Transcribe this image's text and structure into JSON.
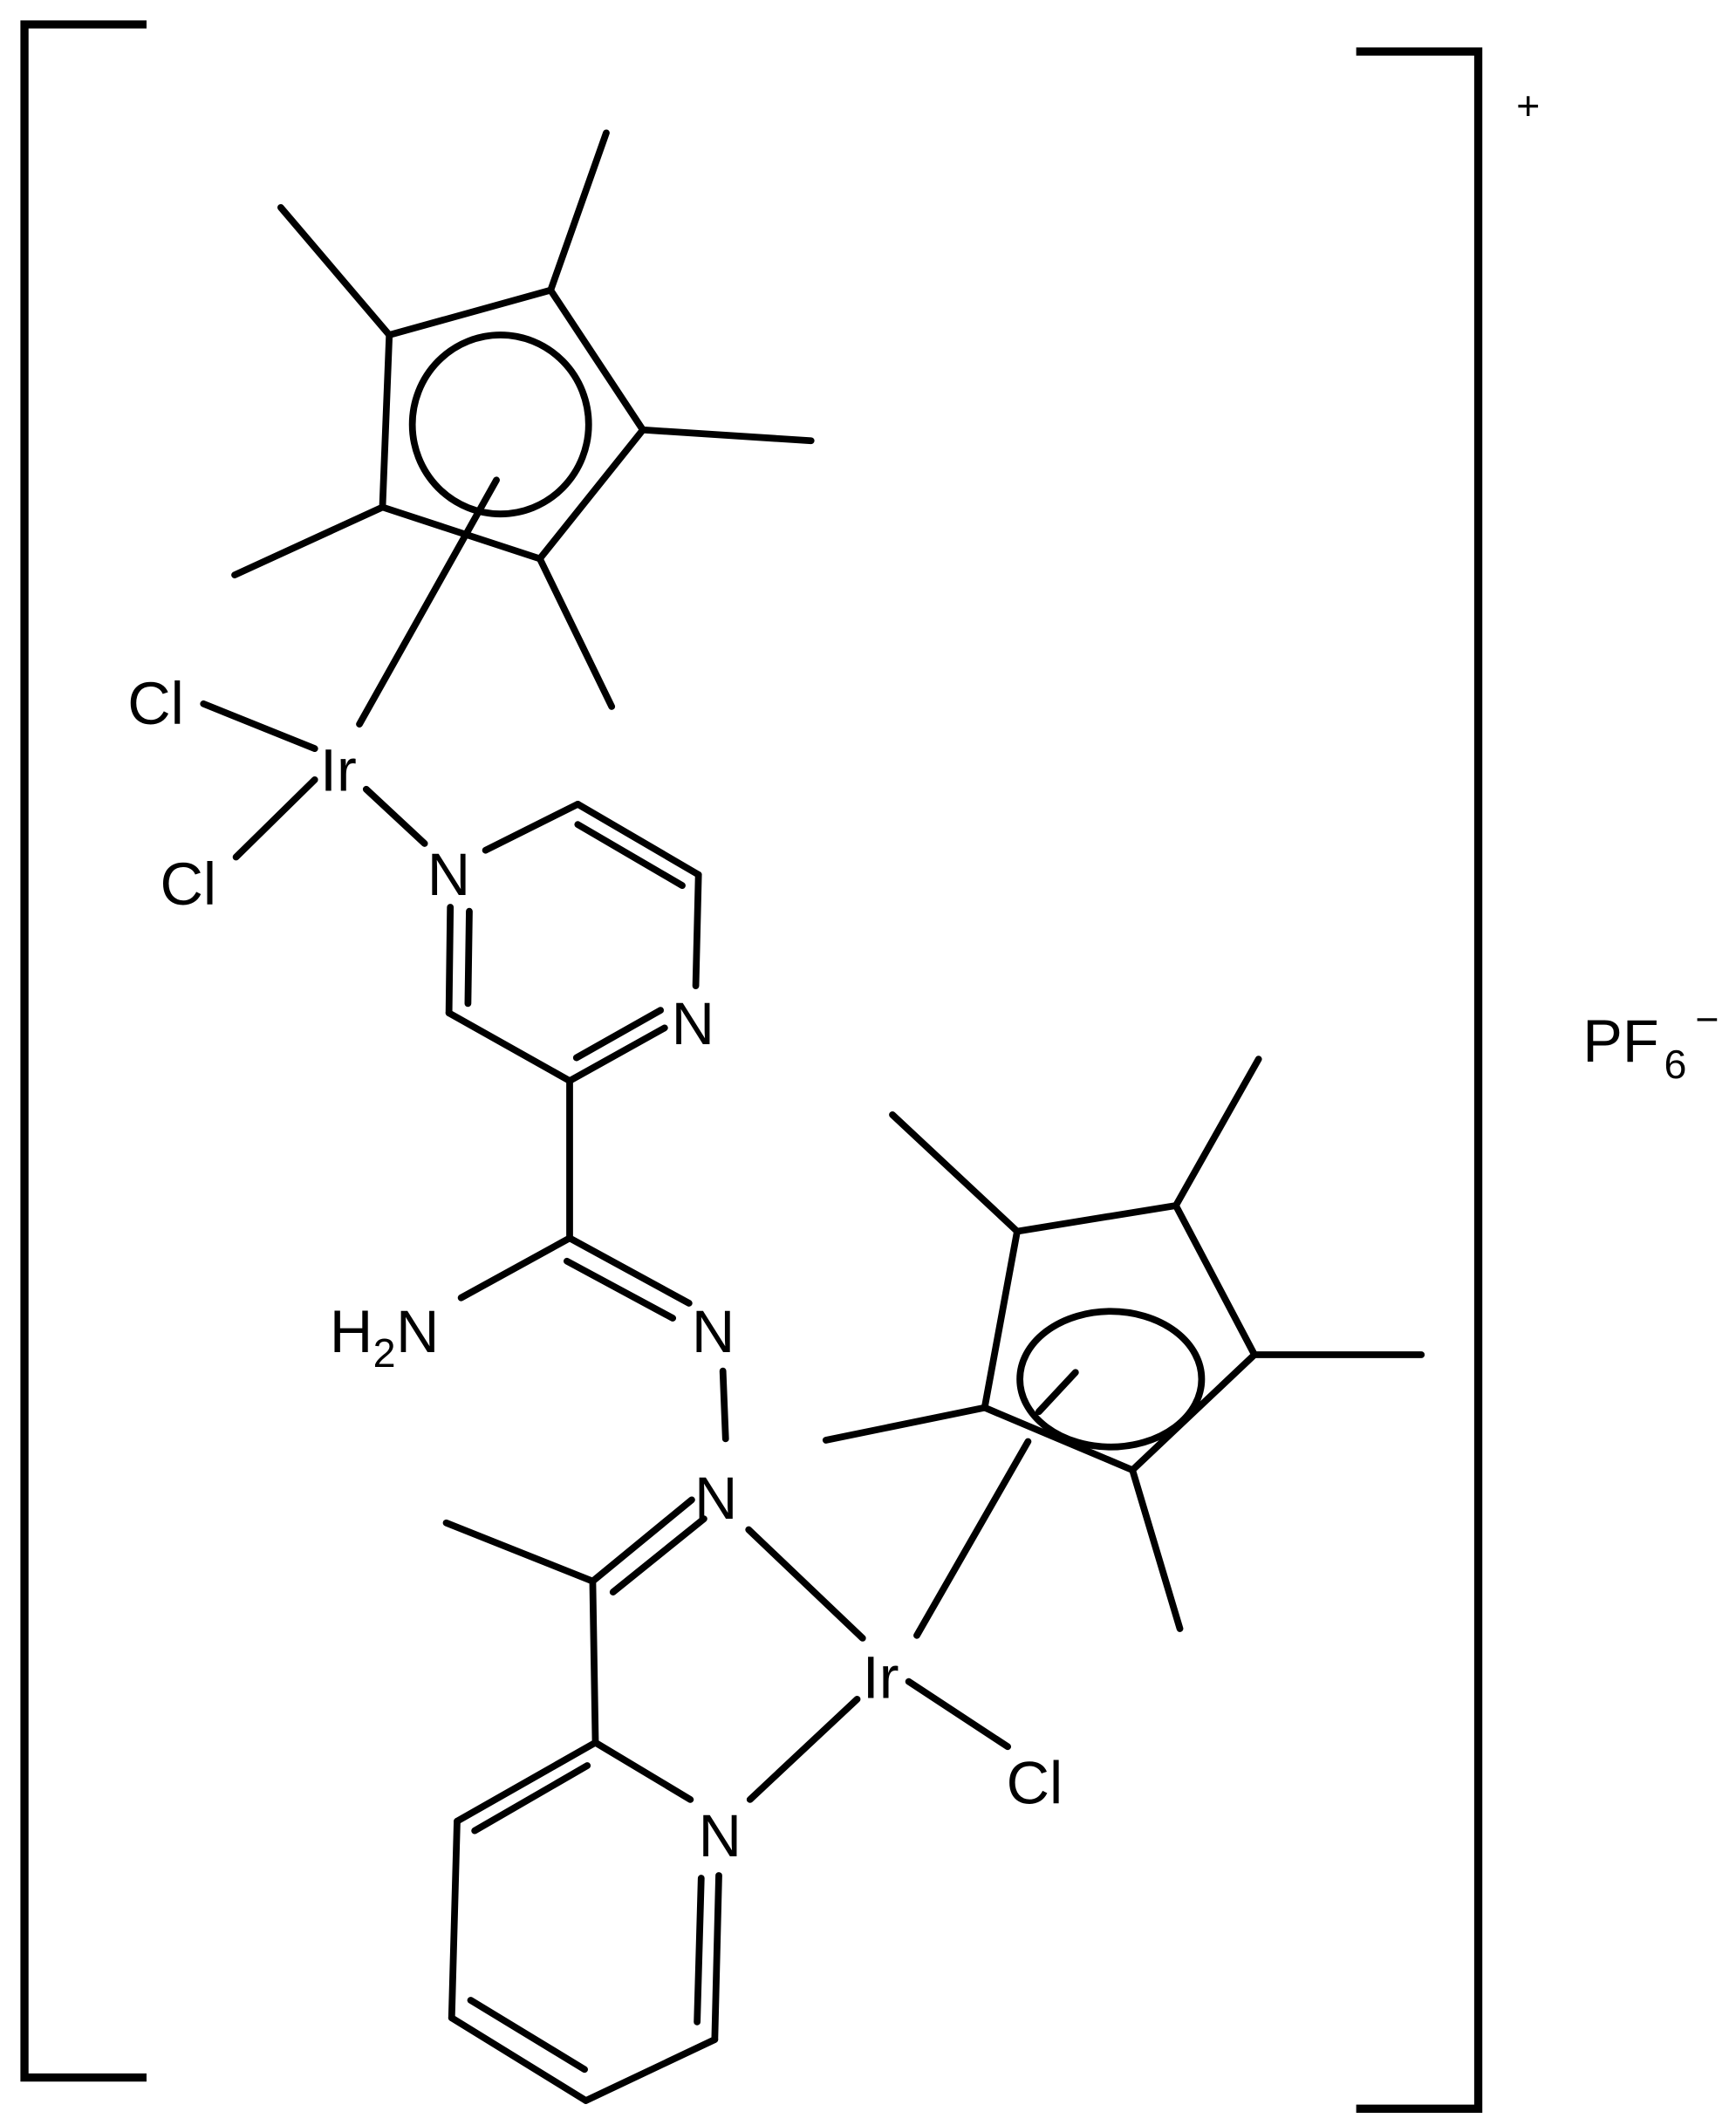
{
  "diagram": {
    "type": "chemical-structure",
    "colors": {
      "line": "#000000",
      "background": "#ffffff"
    },
    "cation_charge": "+",
    "counter_ion": {
      "main": "PF",
      "subscript": "6",
      "charge": "−"
    },
    "atoms": {
      "ir_top": "Ir",
      "cl_top_1": "Cl",
      "cl_top_2": "Cl",
      "n_pyrazine_1": "N",
      "n_pyrazine_2": "N",
      "amine_h": "H",
      "amine_sub": "2",
      "amine_n": "N",
      "n_hydrazone_1": "N",
      "n_hydrazone_2": "N",
      "ir_bottom": "Ir",
      "cl_bottom": "Cl",
      "n_pyridine": "N"
    }
  }
}
